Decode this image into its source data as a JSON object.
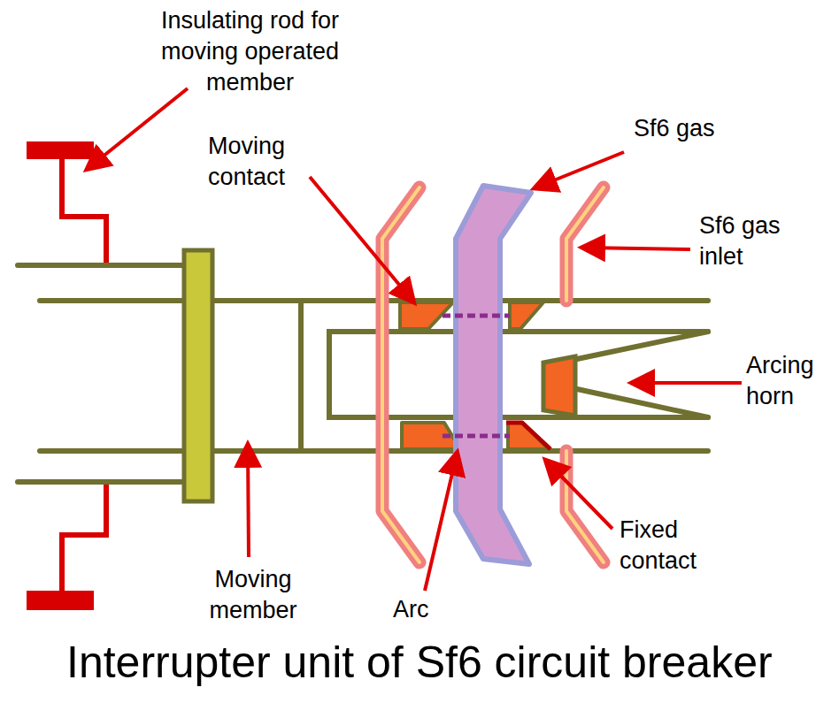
{
  "diagram": {
    "caption": "Interrupter unit of Sf6 circuit breaker",
    "labels": [
      "Insulating rod for moving operated member",
      "Moving contact",
      "Sf6 gas",
      "Sf6 gas inlet",
      "Arcing horn",
      "Fixed contact",
      "Moving member",
      "Arc"
    ]
  }
}
